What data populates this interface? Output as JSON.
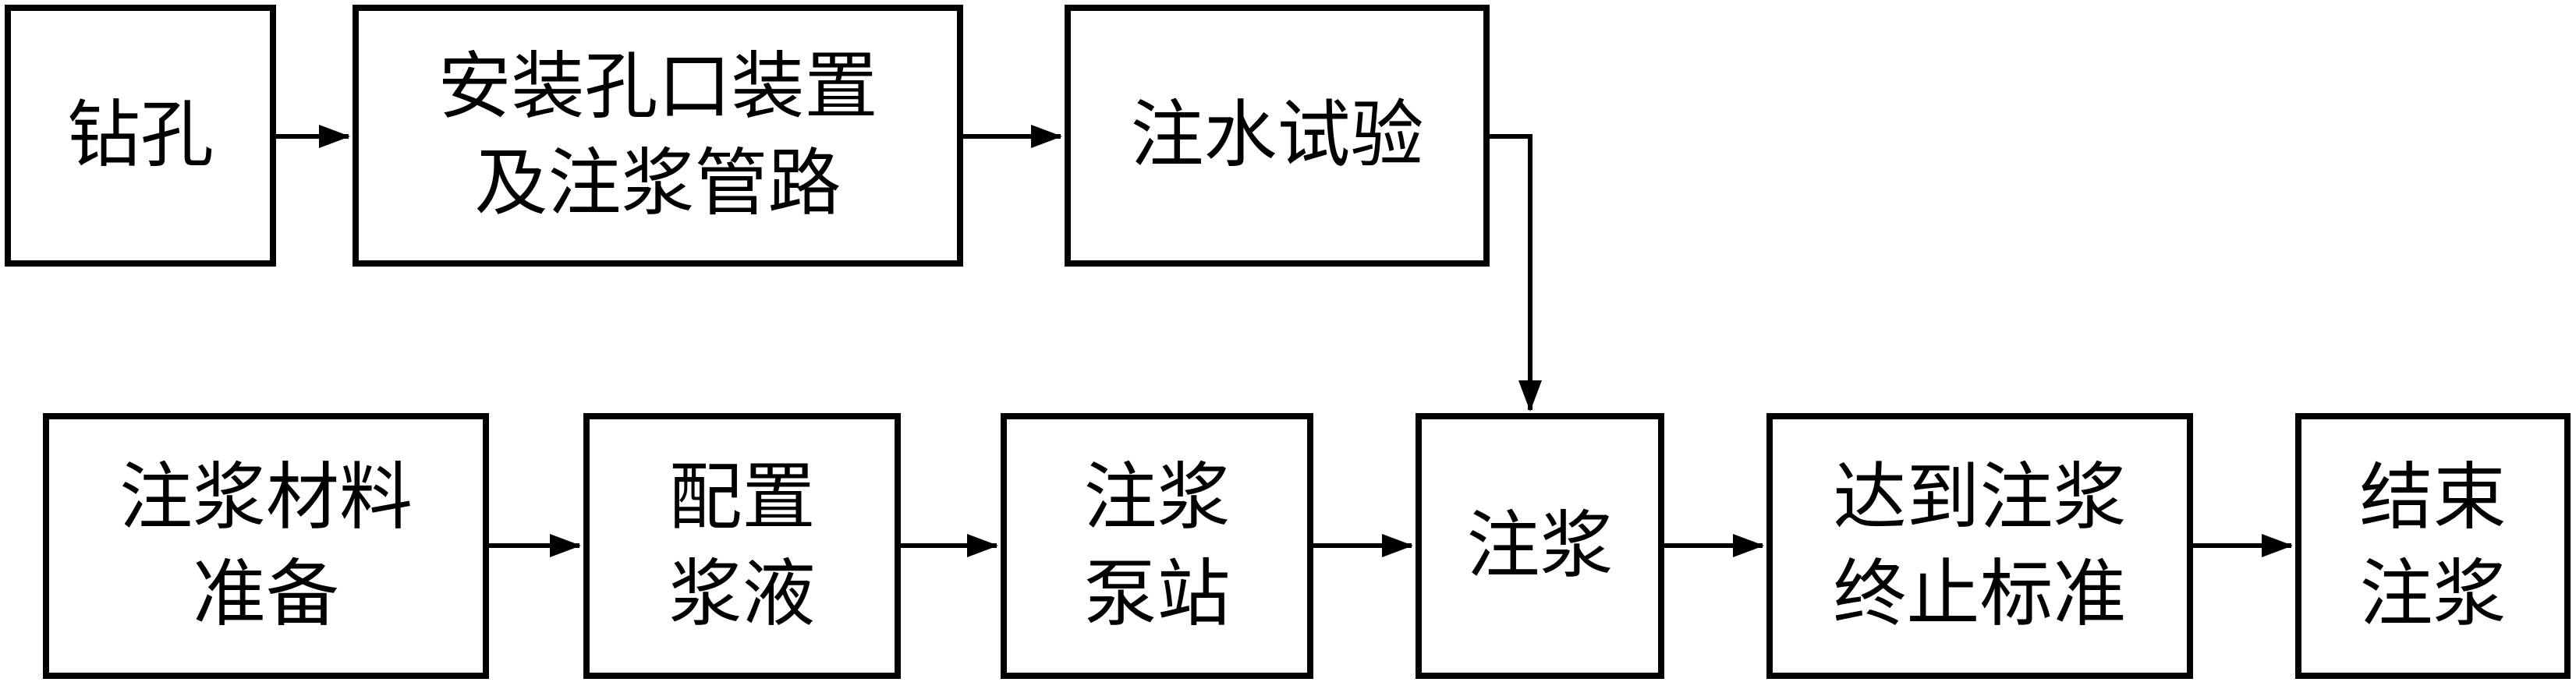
{
  "diagram": {
    "colors": {
      "stroke": "#000000",
      "fill": "#ffffff",
      "text": "#000000"
    },
    "steps": {
      "drill": {
        "lines": [
          "钻孔"
        ]
      },
      "install": {
        "lines": [
          "安装孔口装置",
          "及注浆管路"
        ]
      },
      "water_test": {
        "lines": [
          "注水试验"
        ]
      },
      "material": {
        "lines": [
          "注浆材料",
          "准备"
        ]
      },
      "mix": {
        "lines": [
          "配置",
          "浆液"
        ]
      },
      "pump": {
        "lines": [
          "注浆",
          "泵站"
        ]
      },
      "grout": {
        "lines": [
          "注浆"
        ]
      },
      "criteria": {
        "lines": [
          "达到注浆",
          "终止标准"
        ]
      },
      "end": {
        "lines": [
          "结束",
          "注浆"
        ]
      }
    },
    "connections": [
      [
        "drill",
        "install"
      ],
      [
        "install",
        "water_test"
      ],
      [
        "water_test",
        "grout"
      ],
      [
        "material",
        "mix"
      ],
      [
        "mix",
        "pump"
      ],
      [
        "pump",
        "grout"
      ],
      [
        "grout",
        "criteria"
      ],
      [
        "criteria",
        "end"
      ]
    ]
  }
}
